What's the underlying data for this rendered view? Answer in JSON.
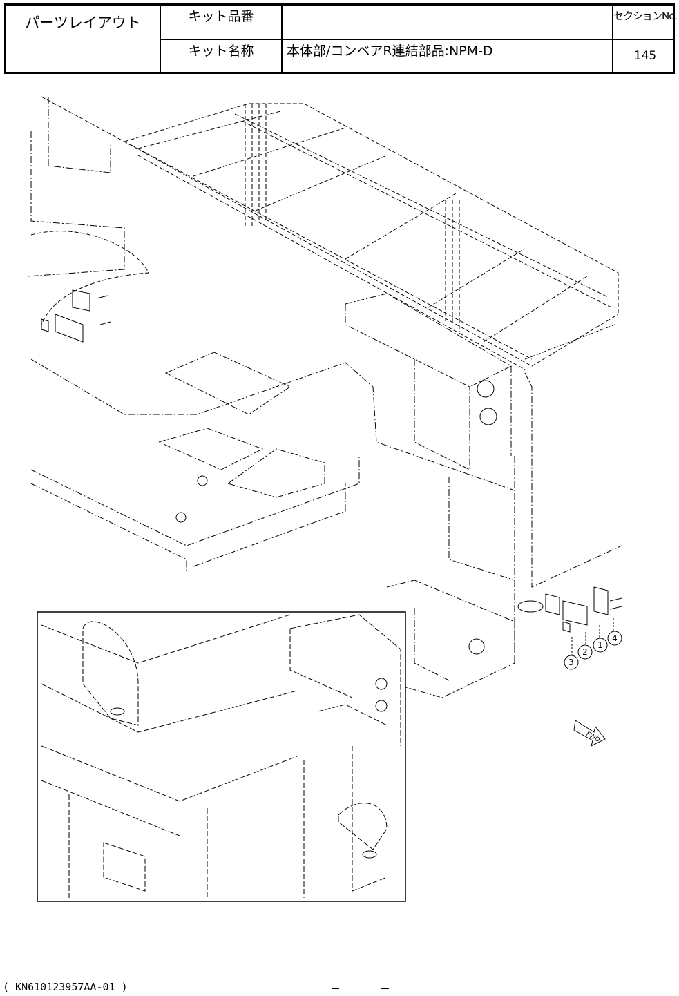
{
  "header": {
    "title": "パーツレイアウト",
    "kit_number_label": "キット品番",
    "kit_number_value": "",
    "kit_name_label": "キット名称",
    "kit_name_value": "本体部/コンベアR連結部品:NPM-D",
    "section_label": "セクションNo.",
    "section_value": "145"
  },
  "callouts": [
    "1",
    "2",
    "3",
    "4"
  ],
  "fwd_label": "FWD",
  "footer": {
    "doc_number": "( KN610123957AA-01 )",
    "dash_left": "－",
    "dash_right": "－"
  }
}
